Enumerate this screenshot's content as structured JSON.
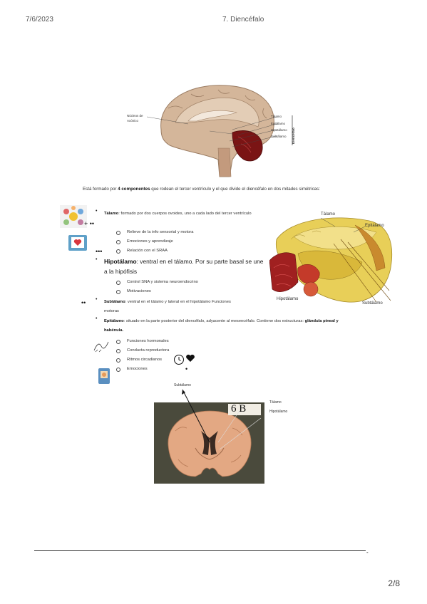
{
  "header": {
    "date": "7/6/2023",
    "title": "7. Diencéfalo"
  },
  "page": "2/8",
  "top_figure": {
    "labels_left": [
      "Núcleos de",
      "Axónico"
    ],
    "labels_right": [
      "Tálamo",
      "Epitálamo",
      "Hipotálamo",
      "Subtálamo"
    ],
    "side_label": "Diencéfalo"
  },
  "intro": {
    "pre": "Está formado por ",
    "bold": "4 componentes",
    "post": " que rodean el tercer ventrículo y el que divide el diencéfalo en dos mitades simétricas:"
  },
  "items": [
    {
      "bold": "Tálamo",
      "text": ": formado por dos cuerpos ovoides, uno a cada lado del tercer ventrículo",
      "subs": [
        "Relieve de la info sensorial y motora",
        "Emociones y aprendizaje",
        "Relación con el SRAA"
      ]
    },
    {
      "bold": "Hipotálamo",
      "text": ": ventral en el tálamo. Por su parte basal se une a la hipófisis",
      "subs": [
        "Control SNA y sistema neuroendocrino",
        "Motivaciones"
      ]
    },
    {
      "bold": "Subtálamo",
      "text": ": ventral en el tálamo y lateral en el hipotálamo Funciones motoras",
      "subs": []
    },
    {
      "bold": "Epitálamo",
      "text": ": situado en la parte posterior del diencéfalo, adyacente al mesencéfalo. Contiene dos estructuras: ",
      "bold2": "glándula pineal y habénula.",
      "subs": [
        "Funciones hormonales",
        "Conducta reproductora",
        "Ritmos circadianos",
        "Emociones"
      ]
    }
  ],
  "right_figure": {
    "labels": [
      "Tálamo",
      "Epitálamo",
      "Hipotálamo",
      "Subtálamo"
    ]
  },
  "bottom_figure": {
    "card": "6 B",
    "labels": [
      "Tálamo",
      "Hipotálamo"
    ],
    "pointer_label": "Subtálamo"
  },
  "colors": {
    "cortex": "#c9a98b",
    "brainstem": "#b8876a",
    "red_region": "#8b1a1a",
    "yellow": "#e8cf58",
    "photo_bg": "#4a4a3c"
  }
}
